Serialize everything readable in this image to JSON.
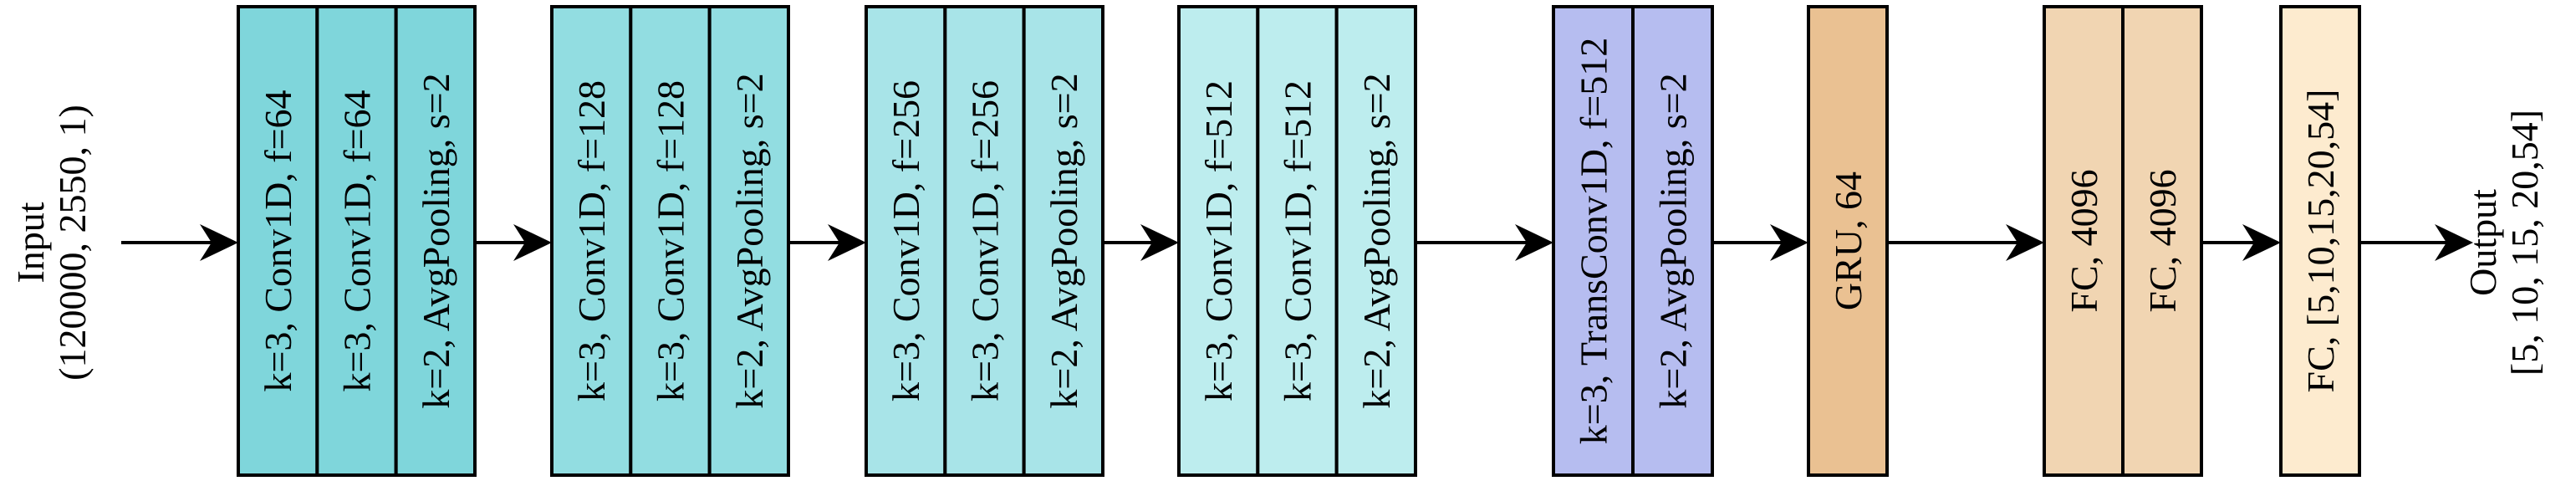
{
  "input": {
    "line1": "Input",
    "line2": "(120000, 2550, 1)"
  },
  "output": {
    "line1": "Output",
    "line2": "[5, 10, 15, 20,54]"
  },
  "colors": {
    "conv1": "#7fd6db",
    "conv2": "#92dde1",
    "conv3": "#a8e4e8",
    "conv4": "#bdedee",
    "trans": "#b6bdf0",
    "gru": "#eac192",
    "fc": "#f1d5b2",
    "fc_out": "#fdebcf"
  },
  "blocks": [
    {
      "id": "conv-block-1",
      "color_key": "conv1",
      "cells": [
        "k=3, Conv1D, f=64",
        "k=3, Conv1D, f=64",
        "k=2, AvgPooling, s=2"
      ]
    },
    {
      "id": "conv-block-2",
      "color_key": "conv2",
      "cells": [
        "k=3, Conv1D, f=128",
        "k=3, Conv1D, f=128",
        "k=2, AvgPooling, s=2"
      ]
    },
    {
      "id": "conv-block-3",
      "color_key": "conv3",
      "cells": [
        "k=3, Conv1D, f=256",
        "k=3, Conv1D, f=256",
        "k=2, AvgPooling, s=2"
      ]
    },
    {
      "id": "conv-block-4",
      "color_key": "conv4",
      "cells": [
        "k=3, Conv1D, f=512",
        "k=3, Conv1D, f=512",
        "k=2, AvgPooling, s=2"
      ]
    },
    {
      "id": "transconv-block",
      "color_key": "trans",
      "cells": [
        "k=3, TransConv1D, f=512",
        "k=2, AvgPooling, s=2"
      ]
    },
    {
      "id": "gru-block",
      "color_key": "gru",
      "cells": [
        "GRU, 64"
      ]
    },
    {
      "id": "fc-block",
      "color_key": "fc",
      "cells": [
        "FC, 4096",
        "FC, 4096"
      ]
    },
    {
      "id": "fc-output-block",
      "color_key": "fc_out",
      "cells": [
        "FC, [5,10,15,20,54]"
      ]
    }
  ]
}
